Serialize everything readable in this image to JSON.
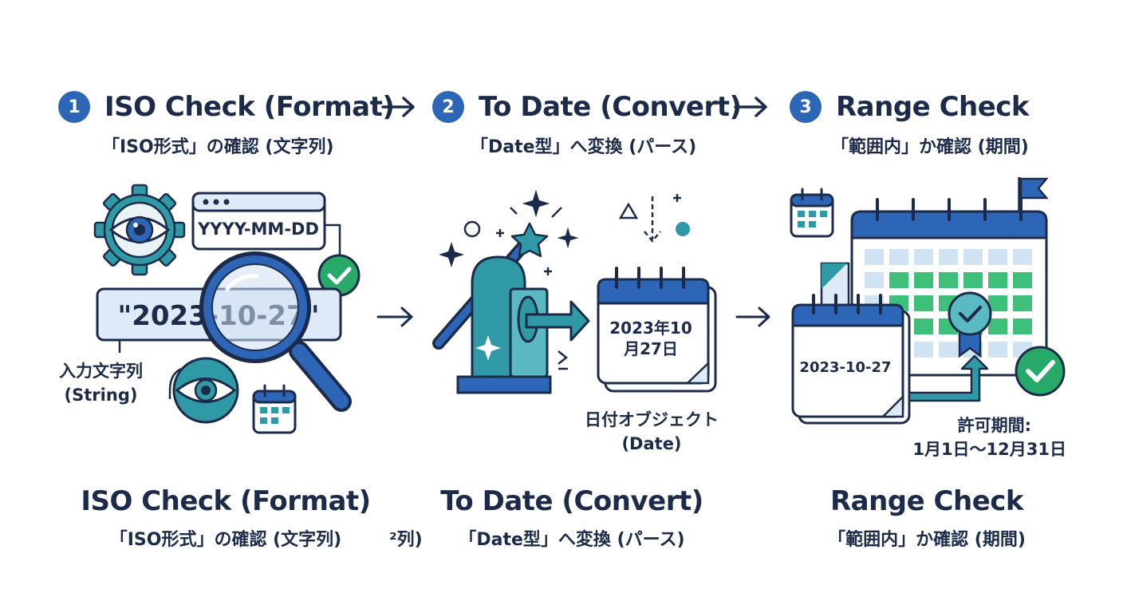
{
  "steps": [
    {
      "number": "1",
      "title": "ISO Check (Format)",
      "subtitle": "「ISO形式」の確認 (文字列)"
    },
    {
      "number": "2",
      "title": "To Date (Convert)",
      "subtitle": "「Date型」へ変換 (パース)"
    },
    {
      "number": "3",
      "title": "Range Check",
      "subtitle": "「範囲内」か確認 (期間)"
    }
  ],
  "step1_illustration": {
    "format_pattern": "YYYY-MM-DD",
    "input_value": "\"2023-10-27\"",
    "input_label_line1": "入力文字列",
    "input_label_line2": "(String)"
  },
  "step2_illustration": {
    "calendar_line1": "2023年10",
    "calendar_line2": "月27日",
    "output_label_line1": "日付オブジェクト",
    "output_label_line2": "(Date)"
  },
  "step3_illustration": {
    "calendar_date": "2023-10-27",
    "range_label_line1": "許可期間:",
    "range_label_line2": "1月1日〜12月31日"
  },
  "bottom": {
    "titles": [
      "ISO Check (Format)",
      "To Date (Convert)",
      "Range Check"
    ],
    "subtitles": [
      "「ISO形式」の確認 (文字列)",
      "「Date型」へ変換 (パース)",
      "「範囲内」か確認 (期間)"
    ],
    "fragment": "²列)"
  },
  "colors": {
    "navy": "#1c2b4a",
    "blue": "#2e66b7",
    "teal": "#2f9aa5",
    "green": "#27a96a",
    "light_blue": "#dfeaf8"
  }
}
